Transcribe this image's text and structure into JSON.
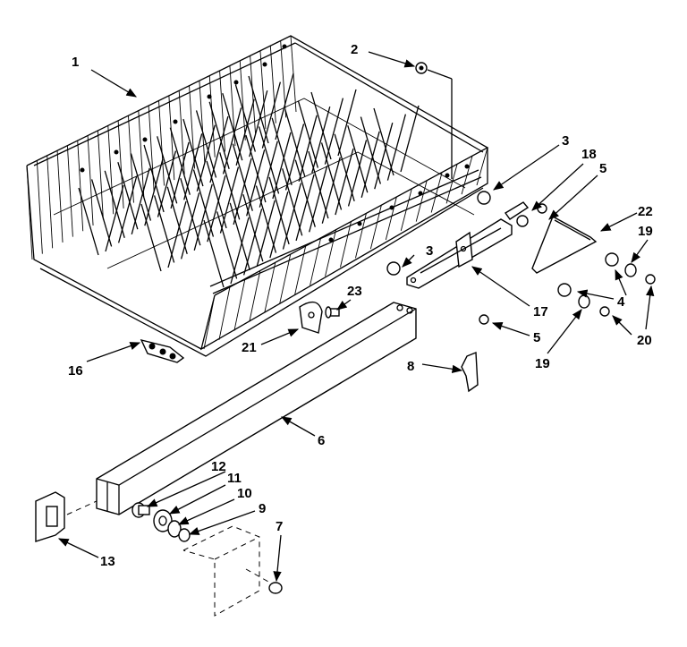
{
  "diagram": {
    "callouts": [
      {
        "id": "c1",
        "text": "1"
      },
      {
        "id": "c2",
        "text": "2"
      },
      {
        "id": "c3a",
        "text": "3"
      },
      {
        "id": "c3b",
        "text": "3"
      },
      {
        "id": "c4",
        "text": "4"
      },
      {
        "id": "c5a",
        "text": "5"
      },
      {
        "id": "c5b",
        "text": "5"
      },
      {
        "id": "c6",
        "text": "6"
      },
      {
        "id": "c7",
        "text": "7"
      },
      {
        "id": "c8",
        "text": "8"
      },
      {
        "id": "c9",
        "text": "9"
      },
      {
        "id": "c10",
        "text": "10"
      },
      {
        "id": "c11",
        "text": "11"
      },
      {
        "id": "c12",
        "text": "12"
      },
      {
        "id": "c13",
        "text": "13"
      },
      {
        "id": "c16",
        "text": "16"
      },
      {
        "id": "c17",
        "text": "17"
      },
      {
        "id": "c18",
        "text": "18"
      },
      {
        "id": "c19a",
        "text": "19"
      },
      {
        "id": "c19b",
        "text": "19"
      },
      {
        "id": "c20",
        "text": "20"
      },
      {
        "id": "c21",
        "text": "21"
      },
      {
        "id": "c22",
        "text": "22"
      },
      {
        "id": "c23",
        "text": "23"
      }
    ]
  }
}
